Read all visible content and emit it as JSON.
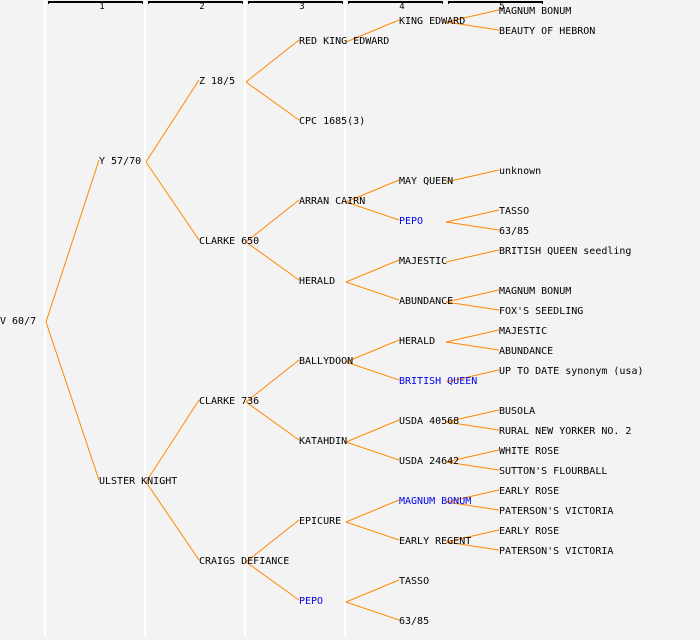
{
  "colors": {
    "connector": "#ff8800",
    "link_text": "#0000ee",
    "text": "#000000",
    "background": "#f3f3f3"
  },
  "columns": [
    "1",
    "2",
    "3",
    "4",
    "5"
  ],
  "tree": {
    "name": "V 60/7",
    "link": false,
    "children": [
      {
        "name": "Y 57/70",
        "link": false,
        "children": [
          {
            "name": "Z 18/5",
            "link": false,
            "children": [
              {
                "name": "RED KING EDWARD",
                "link": false,
                "children": [
                  {
                    "name": "KING EDWARD",
                    "link": false,
                    "children": [
                      {
                        "name": "MAGNUM BONUM",
                        "link": false
                      },
                      {
                        "name": "BEAUTY OF HEBRON",
                        "link": false
                      }
                    ]
                  },
                  {
                    "name": "",
                    "link": false,
                    "children": []
                  }
                ]
              },
              {
                "name": "CPC 1685(3)",
                "link": false,
                "children": []
              }
            ]
          },
          {
            "name": "CLARKE 650",
            "link": false,
            "children": [
              {
                "name": "ARRAN CAIRN",
                "link": false,
                "children": [
                  {
                    "name": "MAY QUEEN",
                    "link": false,
                    "children": [
                      {
                        "name": "unknown",
                        "link": false
                      }
                    ]
                  },
                  {
                    "name": "PEPO",
                    "link": true,
                    "children": [
                      {
                        "name": "TASSO",
                        "link": false
                      },
                      {
                        "name": "63/85",
                        "link": false
                      }
                    ]
                  }
                ]
              },
              {
                "name": "HERALD",
                "link": false,
                "children": [
                  {
                    "name": "MAJESTIC",
                    "link": false,
                    "children": [
                      {
                        "name": "BRITISH QUEEN seedling",
                        "link": false
                      }
                    ]
                  },
                  {
                    "name": "ABUNDANCE",
                    "link": false,
                    "children": [
                      {
                        "name": "MAGNUM BONUM",
                        "link": false
                      },
                      {
                        "name": "FOX'S SEEDLING",
                        "link": false
                      }
                    ]
                  }
                ]
              }
            ]
          }
        ]
      },
      {
        "name": "ULSTER KNIGHT",
        "link": false,
        "children": [
          {
            "name": "CLARKE 736",
            "link": false,
            "children": [
              {
                "name": "BALLYDOON",
                "link": false,
                "children": [
                  {
                    "name": "HERALD",
                    "link": false,
                    "children": [
                      {
                        "name": "MAJESTIC",
                        "link": false
                      },
                      {
                        "name": "ABUNDANCE",
                        "link": false
                      }
                    ]
                  },
                  {
                    "name": "BRITISH QUEEN",
                    "link": true,
                    "children": [
                      {
                        "name": "UP TO DATE synonym (usa)",
                        "link": false
                      }
                    ]
                  }
                ]
              },
              {
                "name": "KATAHDIN",
                "link": false,
                "children": [
                  {
                    "name": "USDA 40568",
                    "link": false,
                    "children": [
                      {
                        "name": "BUSOLA",
                        "link": false
                      },
                      {
                        "name": "RURAL NEW YORKER NO. 2",
                        "link": false
                      }
                    ]
                  },
                  {
                    "name": "USDA 24642",
                    "link": false,
                    "children": [
                      {
                        "name": "WHITE ROSE",
                        "link": false
                      },
                      {
                        "name": "SUTTON'S FLOURBALL",
                        "link": false
                      }
                    ]
                  }
                ]
              }
            ]
          },
          {
            "name": "CRAIGS DEFIANCE",
            "link": false,
            "children": [
              {
                "name": "EPICURE",
                "link": false,
                "children": [
                  {
                    "name": "MAGNUM BONUM",
                    "link": true,
                    "children": [
                      {
                        "name": "EARLY ROSE",
                        "link": false
                      },
                      {
                        "name": "PATERSON'S VICTORIA",
                        "link": false
                      }
                    ]
                  },
                  {
                    "name": "EARLY REGENT",
                    "link": false,
                    "children": [
                      {
                        "name": "EARLY ROSE",
                        "link": false
                      },
                      {
                        "name": "PATERSON'S VICTORIA",
                        "link": false
                      }
                    ]
                  }
                ]
              },
              {
                "name": "PEPO",
                "link": true,
                "children": [
                  {
                    "name": "TASSO",
                    "link": false
                  },
                  {
                    "name": "63/85",
                    "link": false
                  }
                ]
              }
            ]
          }
        ]
      }
    ]
  }
}
